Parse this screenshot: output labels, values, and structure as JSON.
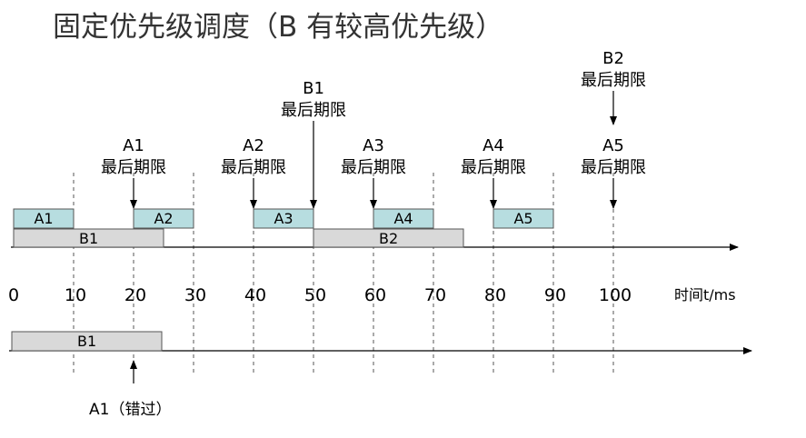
{
  "title": "固定优先级调度（B 有较高优先级）",
  "colors": {
    "task_a_fill": "#b7dde0",
    "task_b_fill": "#d9d9d9",
    "box_stroke": "#555555",
    "axis": "#000000",
    "dashed": "#555555"
  },
  "deadline_label": "最后期限",
  "deadlines_a": [
    {
      "task": "A1",
      "time": 20,
      "label": "最后期限"
    },
    {
      "task": "A2",
      "time": 40,
      "label": "最后期限"
    },
    {
      "task": "A3",
      "time": 60,
      "label": "最后期限"
    },
    {
      "task": "A4",
      "time": 80,
      "label": "最后期限"
    },
    {
      "task": "A5",
      "time": 100,
      "label": "最后期限"
    }
  ],
  "deadlines_b": [
    {
      "task": "B1",
      "time": 50,
      "label": "最后期限"
    },
    {
      "task": "B2",
      "time": 100,
      "label": "最后期限"
    }
  ],
  "timeline1": {
    "a_blocks": [
      {
        "label": "A1",
        "start": 0,
        "end": 10
      },
      {
        "label": "A2",
        "start": 20,
        "end": 30
      },
      {
        "label": "A3",
        "start": 40,
        "end": 50
      },
      {
        "label": "A4",
        "start": 60,
        "end": 70
      },
      {
        "label": "A5",
        "start": 80,
        "end": 90
      }
    ],
    "b_blocks": [
      {
        "label": "B1",
        "start": 0,
        "end": 25
      },
      {
        "label": "B2",
        "start": 50,
        "end": 75
      }
    ]
  },
  "axis": {
    "ticks": [
      "0",
      "10",
      "20",
      "30",
      "40",
      "50",
      "60",
      "70",
      "80",
      "90",
      "100"
    ],
    "tick_values": [
      0,
      10,
      20,
      30,
      40,
      50,
      60,
      70,
      80,
      90,
      100
    ],
    "unit_label": "时间t/ms"
  },
  "dashed_times": [
    10,
    20,
    30,
    40,
    50,
    60,
    70,
    80,
    90,
    100
  ],
  "timeline2": {
    "b_block": {
      "label": "B1",
      "start": 0,
      "end": 25
    },
    "missed_arrival_time": 20,
    "missed_label": "A1（错过）"
  }
}
